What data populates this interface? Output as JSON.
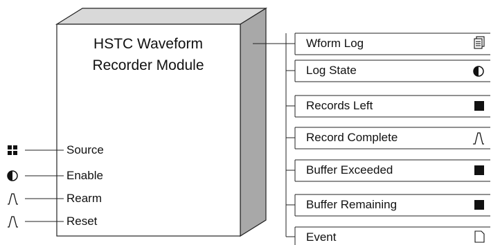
{
  "module": {
    "title_line1": "HSTC Waveform",
    "title_line2": "Recorder Module"
  },
  "inputs": [
    {
      "label": "Source",
      "icon": "numeric-array-icon"
    },
    {
      "label": "Enable",
      "icon": "boolean-half-circle-icon"
    },
    {
      "label": "Rearm",
      "icon": "pulse-icon"
    },
    {
      "label": "Reset",
      "icon": "pulse-icon"
    }
  ],
  "outputs": [
    {
      "label": "Wform Log",
      "icon": "log-stack-icon"
    },
    {
      "label": "Log State",
      "icon": "boolean-half-circle-icon"
    },
    {
      "label": "Records Left",
      "icon": "numeric-square-icon"
    },
    {
      "label": "Record Complete",
      "icon": "pulse-icon"
    },
    {
      "label": "Buffer Exceeded",
      "icon": "numeric-square-icon"
    },
    {
      "label": "Buffer Remaining",
      "icon": "numeric-square-icon"
    },
    {
      "label": "Event",
      "icon": "document-icon"
    }
  ],
  "colors": {
    "box_fill": "#ffffff",
    "top_face": "#d9d9d9",
    "side_face": "#a8a8a8",
    "line": "#222222"
  }
}
